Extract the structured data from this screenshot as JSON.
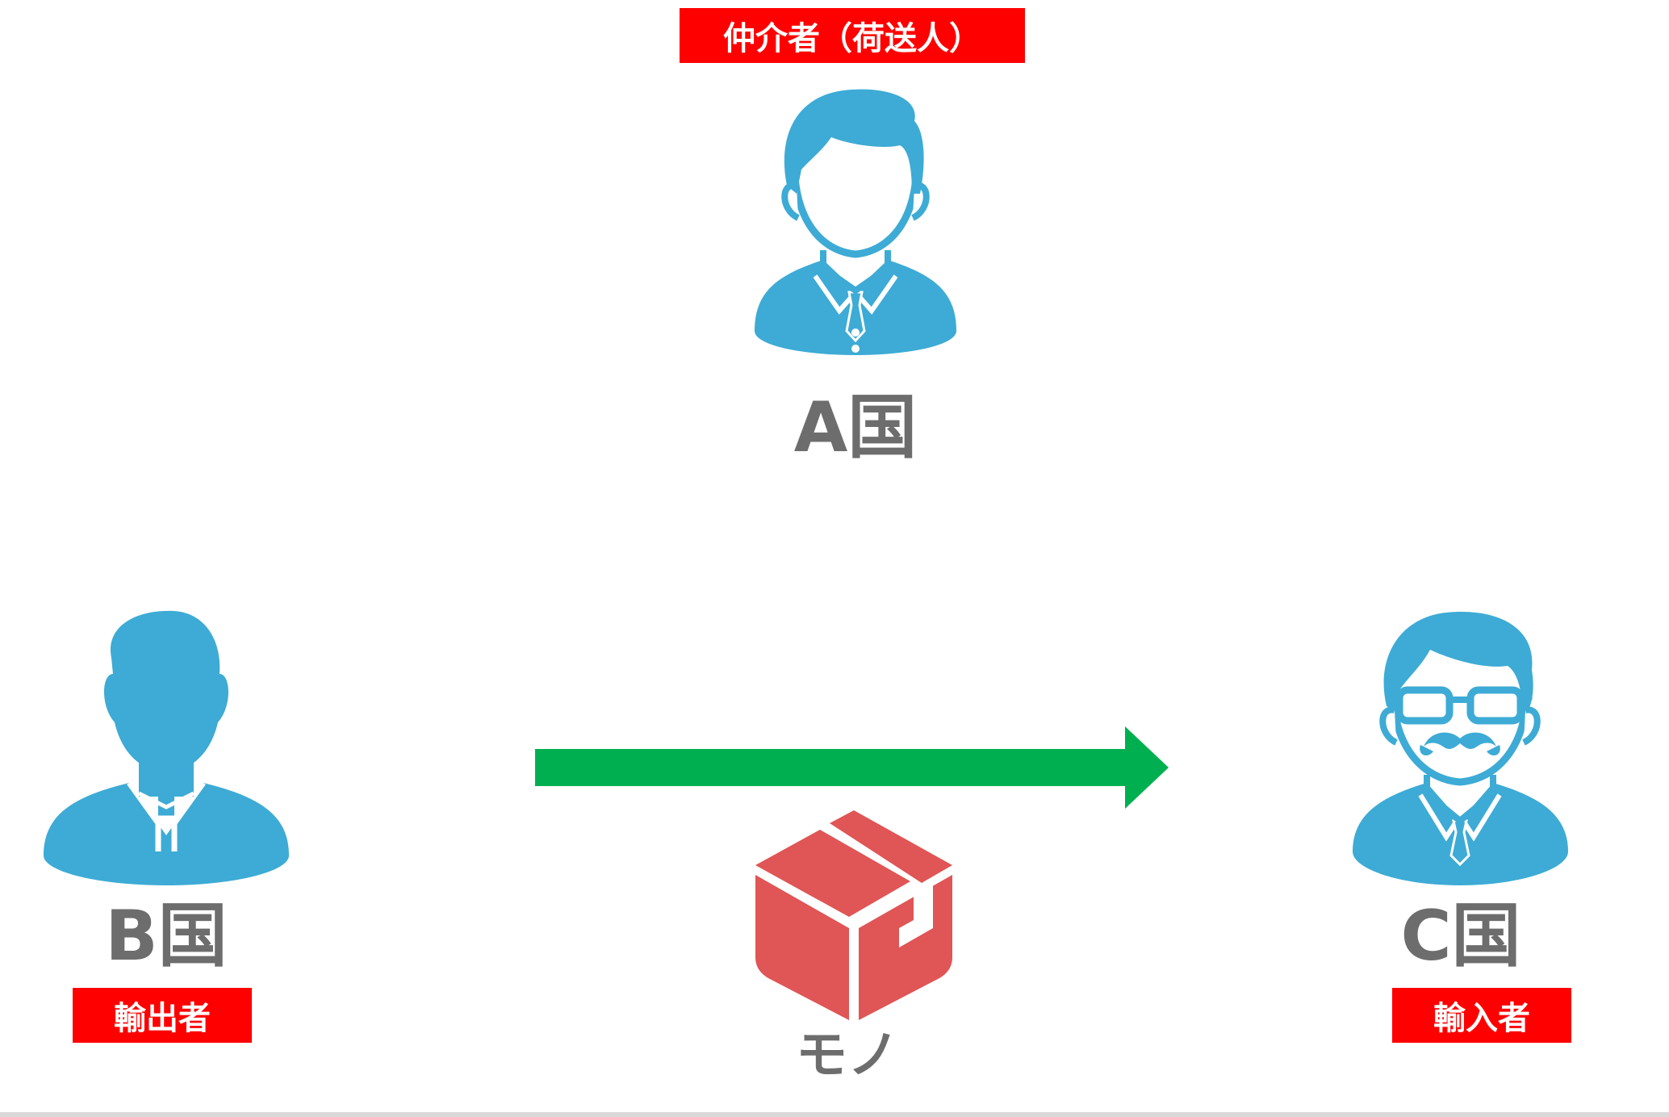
{
  "colors": {
    "person": "#3dabd5",
    "label_bg": "#ff0000",
    "label_text": "#ffffff",
    "country_text": "#6d6d6d",
    "arrow": "#00b050",
    "box": "#e05555"
  },
  "intermediary": {
    "role": "仲介者（荷送人）",
    "country": "A国",
    "icon": "businessman-icon"
  },
  "exporter": {
    "role": "輸出者",
    "country": "B国",
    "icon": "businessman-icon"
  },
  "importer": {
    "role": "輸入者",
    "country": "C国",
    "icon": "mustache-glasses-man-icon"
  },
  "goods": {
    "label": "モノ",
    "icon": "package-box-icon",
    "arrow_icon": "right-arrow-icon"
  }
}
